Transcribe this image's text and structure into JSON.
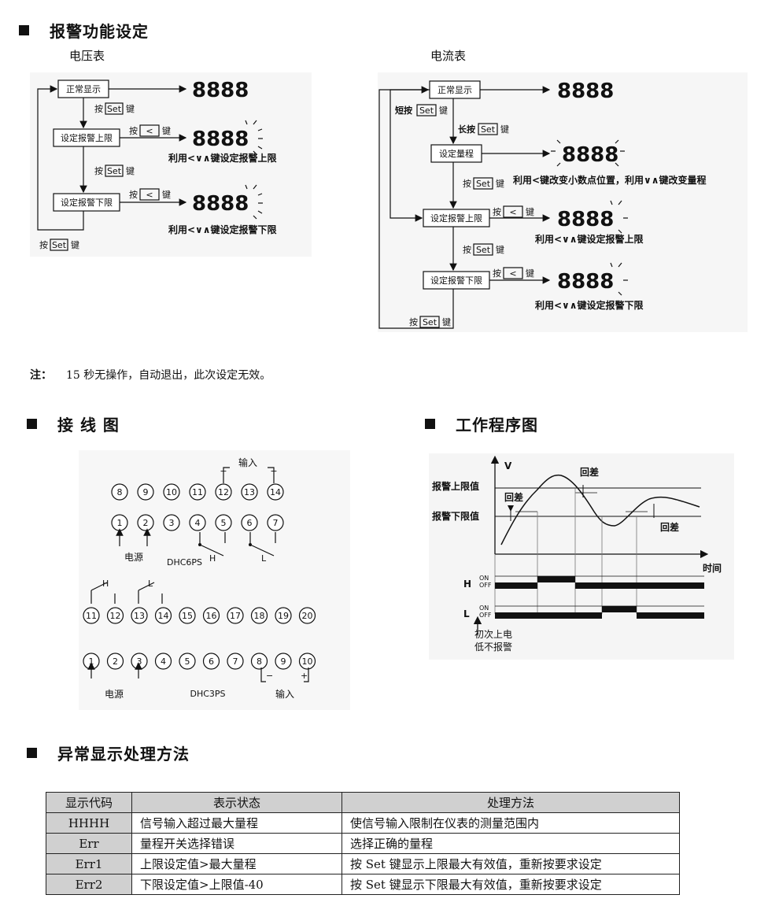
{
  "sections": {
    "alarm": "报警功能设定",
    "wiring": "接 线 图",
    "timing": "工作程序图",
    "errors": "异常显示处理方法"
  },
  "alarm": {
    "voltage_title": "电压表",
    "current_title": "电流表",
    "display": "8888",
    "boxes": {
      "normal": "正常显示",
      "upper": "设定报警上限",
      "lower": "设定报警下限",
      "range": "设定量程"
    },
    "keys": {
      "press": "按",
      "short_press": "短按",
      "long_press": "长按",
      "set": "Set",
      "left": "<",
      "key": "键"
    },
    "hints": {
      "upper": "利用<∨∧键设定报警上限",
      "lower": "利用<∨∧键设定报警下限",
      "range": "利用<键改变小数点位置，利用∨∧键改变量程"
    }
  },
  "note": {
    "label": "注：",
    "text": "15 秒无操作，自动退出，此次设定无效。"
  },
  "wiring": {
    "top": {
      "model": "DHC6PS",
      "row1": [
        "8",
        "9",
        "10",
        "11",
        "12",
        "13",
        "14"
      ],
      "row2": [
        "1",
        "2",
        "3",
        "4",
        "5",
        "6",
        "7"
      ],
      "power": "电源",
      "input": "输入",
      "h": "H",
      "l": "L",
      "plus": "+",
      "minus": "−"
    },
    "bottom": {
      "model": "DHC3PS",
      "row1": [
        "11",
        "12",
        "13",
        "14",
        "15",
        "16",
        "17",
        "18",
        "19",
        "20"
      ],
      "row2": [
        "1",
        "2",
        "3",
        "4",
        "5",
        "6",
        "7",
        "8",
        "9",
        "10"
      ],
      "power": "电源",
      "input": "输入",
      "h": "H",
      "l": "L",
      "plus": "+",
      "minus": "−"
    }
  },
  "timing": {
    "v_axis": "V",
    "t_axis": "时间",
    "upper": "报警上限值",
    "lower": "报警下限值",
    "hyst": "回差",
    "h": "H",
    "l": "L",
    "on": "ON",
    "off": "OFF",
    "first_power_1": "初次上电",
    "first_power_2": "低不报警"
  },
  "errors": {
    "headers": [
      "显示代码",
      "表示状态",
      "处理方法"
    ],
    "rows": [
      [
        "HHHH",
        "信号输入超过最大量程",
        "使信号输入限制在仪表的测量范围内"
      ],
      [
        "Err",
        "量程开关选择错误",
        "选择正确的量程"
      ],
      [
        "Err1",
        "上限设定值>最大量程",
        "按 Set 键显示上限最大有效值，重新按要求设定"
      ],
      [
        "Err2",
        "下限设定值>上限值-40",
        "按 Set 键显示下限最大有效值，重新按要求设定"
      ]
    ]
  }
}
